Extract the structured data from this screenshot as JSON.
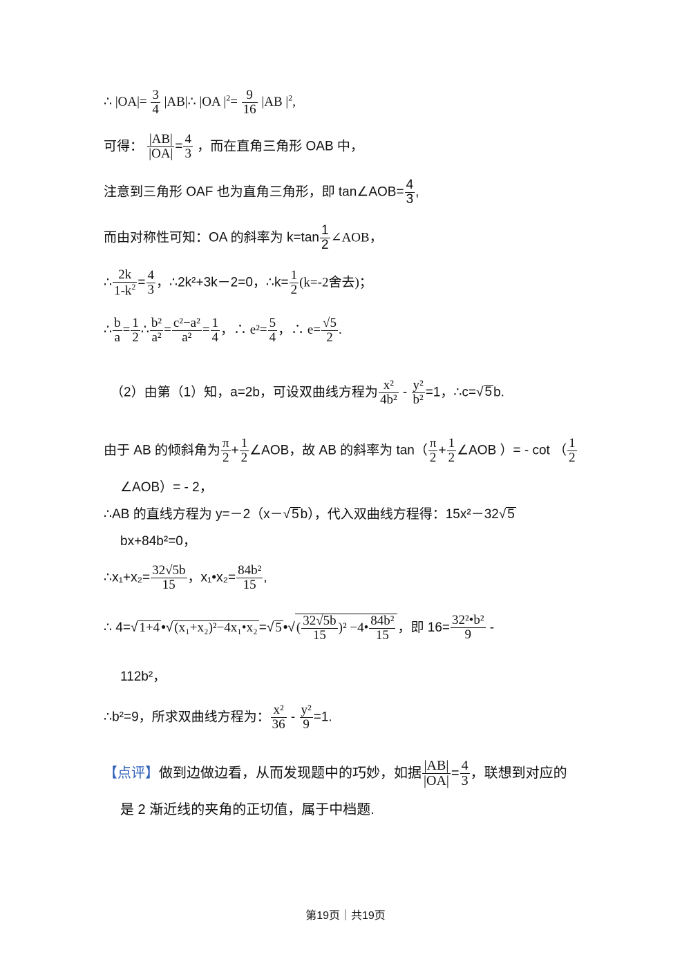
{
  "lines": {
    "l1": {
      "a": "∴",
      "b": "|OA|=",
      "c": "3",
      "d": "4",
      "e": "|AB|∴ |OA |",
      "f": "2",
      "g": "=",
      "h": "9",
      "i": "16",
      "j": "|AB |",
      "k": "2",
      "l": ","
    },
    "l2": {
      "a": "可得：",
      "b": "|AB|",
      "c": "|OA|",
      "d": "=",
      "e": "4",
      "f": "3",
      "g": "，而在直角三角形 OAB 中，"
    },
    "l3": {
      "a": "注意到三角形 OAF 也为直角三角形，即 tan∠AOB=",
      "b": "4",
      "c": "3",
      "d": ","
    },
    "l4": {
      "a": "而由对称性可知：OA 的斜率为 k=tan",
      "b": "1",
      "c": "2",
      "d": "∠AOB，"
    },
    "l5": {
      "a": "∴",
      "b": "2k",
      "c": "1-k",
      "d": "2",
      "e": "=",
      "f": "4",
      "g": "3",
      "h": "，∴2k²+3k－2=0，∴k=",
      "i": "1",
      "j": "2",
      "k": "(k=-2舍去)；"
    },
    "l6": {
      "a": "∴",
      "b": "b",
      "c": "a",
      "d": "=",
      "e": "1",
      "f": "2",
      "g": "∴",
      "h": "b²",
      "i": "a²",
      "j": "=",
      "k": "c²−a²",
      "l": "a²",
      "m": "=",
      "n": "1",
      "o": "4",
      "p": "，∴ e²=",
      "q": "5",
      "r": "4",
      "s": "，∴ e=",
      "t": "√5",
      "u": "2",
      "v": "."
    },
    "l7": {
      "a": "（2）由第（1）知，a=2b，可设双曲线方程为",
      "b": "x²",
      "c": "4b²",
      "d": " - ",
      "e": "y²",
      "f": "b²",
      "g": "=1，∴c=",
      "h": "5",
      "i": "b."
    },
    "l8": {
      "a": "由于 AB 的倾斜角为",
      "b": "π",
      "c": "2",
      "d": "+",
      "e": "1",
      "f": "2",
      "g": "∠AOB，故 AB 的斜率为 tan（",
      "h": "π",
      "i": "2",
      "j": "+",
      "k": "1",
      "l": "2",
      "m": "∠AOB ）= - cot （",
      "n": "1",
      "o": "2"
    },
    "l9": {
      "a": "∠AOB）= - 2，"
    },
    "l10": {
      "a": "∴AB 的直线方程为 y=－2（x－",
      "b": "5",
      "c": "b），代入双曲线方程得：15x²－32",
      "d": "5"
    },
    "l11": {
      "a": "bx+84b²=0，"
    },
    "l12": {
      "a": "∴x₁+x₂=",
      "b": "32√5b",
      "c": "15",
      "d": "，x₁•x₂=",
      "e": "84b²",
      "f": "15",
      "g": ","
    },
    "l13": {
      "a": "∴ 4=",
      "b": "1+4",
      "c": "•",
      "d": "(x₁+x₂)²−4x₁•x₂",
      "e": "=",
      "f": "5",
      "g": "•",
      "h": "(",
      "i": "32√5b",
      "j": "15",
      "k": ")² −4•",
      "l": "84b²",
      "m": "15",
      "n": "，即 16=",
      "o": "32²•b²",
      "p": "9",
      "q": " -"
    },
    "l14": {
      "a": "112b²，"
    },
    "l15": {
      "a": "∴b²=9，所求双曲线方程为：",
      "b": "x²",
      "c": "36",
      "d": " - ",
      "e": "y²",
      "f": "9",
      "g": "=1."
    },
    "l16": {
      "a": "【点评】",
      "b": "做到边做边看，从而发现题中的巧妙，如据",
      "c": "|AB|",
      "d": "|OA|",
      "e": "=",
      "f": "4",
      "g": "3",
      "h": "，联想到对应的"
    },
    "l17": {
      "a": "是 2 渐近线的夹角的正切值，属于中档题."
    }
  },
  "footer": {
    "text": "第19页｜共19页"
  },
  "colors": {
    "accent": "#2e5fb8"
  }
}
